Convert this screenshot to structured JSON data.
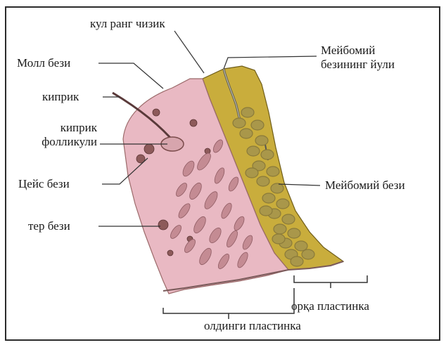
{
  "labels": {
    "grey_line": "кул ранг чизик",
    "meibomian_duct": "Мейбомий\nбезининг йули",
    "moll_gland": "Молл бези",
    "eyelash": "киприк",
    "eyelash_follicle": "киприк\nфолликули",
    "zeis_gland": "Цейс бези",
    "meibomian_gland": "Мейбомий бези",
    "sweat_gland": "тер бези",
    "posterior_plate": "орқа пластинка",
    "anterior_plate": "олдинги пластинка"
  },
  "colors": {
    "border": "#2b2b2b",
    "skin": "#e9b9c3",
    "skin_edge": "#9b6a6a",
    "muscle": "#c48b93",
    "tarsus": "#c9ad3c",
    "tarsus_edge": "#6f5d1a",
    "gland": "#8a7a3a",
    "gland_fill": "#a9974a",
    "leader": "#333333"
  }
}
